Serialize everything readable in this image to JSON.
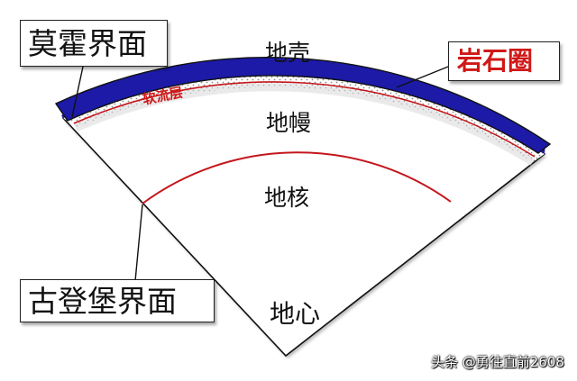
{
  "labels": {
    "moho": "莫霍界面",
    "gutenberg": "古登堡界面",
    "lithosphere": "岩石圈",
    "crust": "地壳",
    "mantle": "地幔",
    "core": "地核",
    "center": "地心",
    "asthenosphere": "软流层"
  },
  "watermark": "头条 @勇往直前2608",
  "colors": {
    "crust_fill": "#1c1aa6",
    "boundary_line": "#c4161c",
    "outline": "#111111",
    "lithosphere_text": "#d01818"
  }
}
